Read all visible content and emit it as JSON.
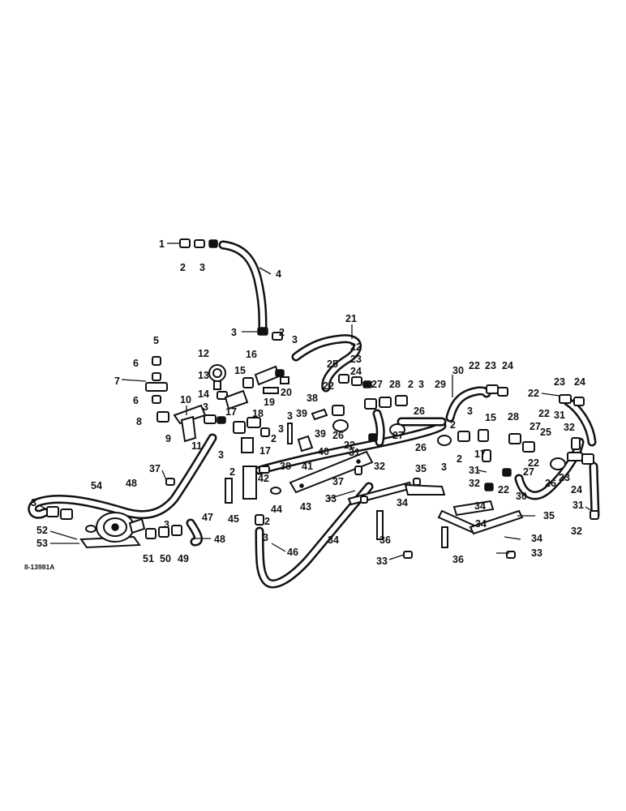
{
  "figure_ref": "8-13981A",
  "callout_labels": {
    "n1": "1",
    "n2": "2",
    "n3": "3",
    "n4": "4",
    "n5": "5",
    "n6": "6",
    "n7": "7",
    "n8": "8",
    "n9": "9",
    "n10": "10",
    "n11": "11",
    "n12": "12",
    "n13": "13",
    "n14": "14",
    "n15": "15",
    "n16": "16",
    "n17": "17",
    "n18": "18",
    "n19": "19",
    "n20": "20",
    "n21": "21",
    "n22": "22",
    "n23": "23",
    "n24": "24",
    "n25": "25",
    "n26": "26",
    "n27": "27",
    "n28": "28",
    "n29": "29",
    "n30": "30",
    "n31": "31",
    "n32": "32",
    "n33": "33",
    "n34": "34",
    "n35": "35",
    "n36": "36",
    "n37": "37",
    "n38": "38",
    "n39": "39",
    "n40": "40",
    "n41": "41",
    "n42": "42",
    "n43": "43",
    "n44": "44",
    "n45": "45",
    "n46": "46",
    "n47": "47",
    "n48": "48",
    "n49": "49",
    "n50": "50",
    "n51": "51",
    "n52": "52",
    "n53": "53",
    "n54": "54"
  }
}
